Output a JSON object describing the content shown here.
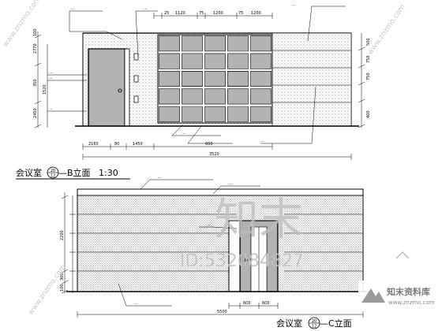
{
  "drawing_b": {
    "title": "会议室",
    "view": "—B立面",
    "scale": "1:30",
    "tag_num": "20",
    "tag_sheet": "12",
    "callouts": [
      "...",
      "...",
      "...",
      "...",
      "...",
      "...",
      "...",
      "..."
    ],
    "dims_bottom": [
      "2160",
      "80",
      "1450",
      "600"
    ],
    "dims_total": "3520",
    "dims_top": [
      "25",
      "1120",
      "75",
      "1200",
      "75",
      "1200"
    ],
    "dims_left": [
      "100",
      "2770",
      "350",
      "2450",
      "1520"
    ],
    "dims_right": [
      "500",
      "750",
      "750",
      "400"
    ]
  },
  "drawing_c": {
    "title": "会议室",
    "view": "—C立面",
    "tag_num": "20",
    "tag_sheet": "12",
    "callouts": [
      "...",
      "...",
      "...",
      "..."
    ],
    "dims_left": [
      "2200",
      "300",
      "100"
    ],
    "dims_bottom": [
      "600",
      "600"
    ],
    "dims_total": "5500"
  },
  "watermark": {
    "logo_big": "知末",
    "id_text": "ID:532084827",
    "brand_cn": "知末资料库",
    "brand_url": "www.znzmo.com",
    "diagonal_text": "www.znzmo.com"
  },
  "colors": {
    "line": "#000000",
    "watermark": "#bdbdbd",
    "brand_bg": "#ffffff"
  }
}
